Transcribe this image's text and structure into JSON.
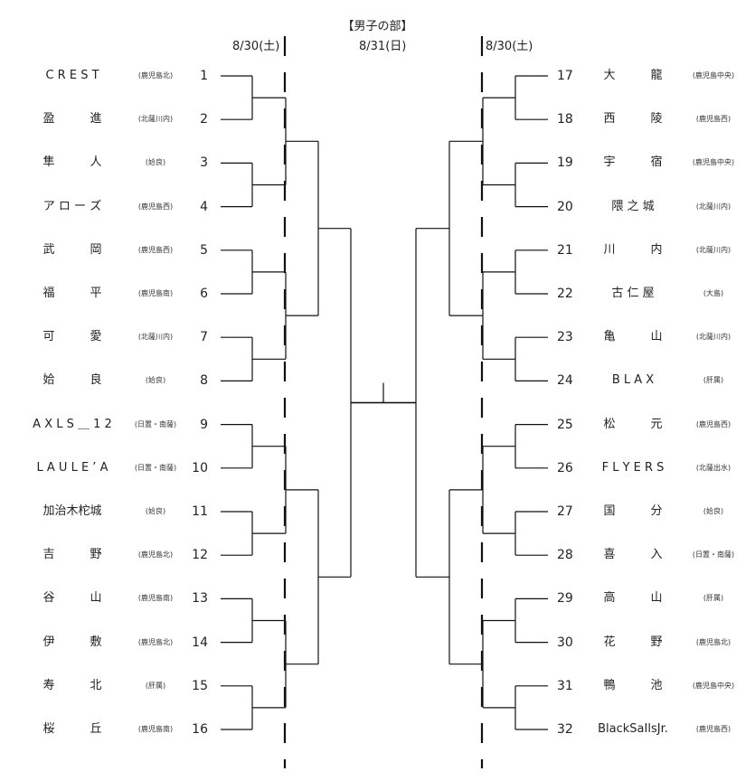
{
  "title": "【男子の部】",
  "dates": {
    "left": "8/30(土)",
    "center": "8/31(日)",
    "right": "8/30(土)"
  },
  "left_teams": [
    {
      "seed": "1",
      "name": "C R E S T",
      "region": "(鹿児島北)"
    },
    {
      "seed": "2",
      "name": "盈　　　進",
      "region": "(北薩川内)"
    },
    {
      "seed": "3",
      "name": "隼　　　人",
      "region": "(姶良)"
    },
    {
      "seed": "4",
      "name": "ア ロ ー ズ",
      "region": "(鹿児島西)"
    },
    {
      "seed": "5",
      "name": "武　　　岡",
      "region": "(鹿児島西)"
    },
    {
      "seed": "6",
      "name": "福　　　平",
      "region": "(鹿児島南)"
    },
    {
      "seed": "7",
      "name": "可　　　愛",
      "region": "(北薩川内)"
    },
    {
      "seed": "8",
      "name": "姶　　　良",
      "region": "(姶良)"
    },
    {
      "seed": "9",
      "name": "A X L S ＿ 1 2",
      "region": "(日置・南薩)"
    },
    {
      "seed": "10",
      "name": "L A U L E ’ A",
      "region": "(日置・南薩)"
    },
    {
      "seed": "11",
      "name": "加治木柁城",
      "region": "(姶良)"
    },
    {
      "seed": "12",
      "name": "吉　　　野",
      "region": "(鹿児島北)"
    },
    {
      "seed": "13",
      "name": "谷　　　山",
      "region": "(鹿児島南)"
    },
    {
      "seed": "14",
      "name": "伊　　　敷",
      "region": "(鹿児島北)"
    },
    {
      "seed": "15",
      "name": "寿　　　北",
      "region": "(肝属)"
    },
    {
      "seed": "16",
      "name": "桜　　　丘",
      "region": "(鹿児島南)"
    }
  ],
  "right_teams": [
    {
      "seed": "17",
      "name": "大　　　龍",
      "region": "(鹿児島中央)"
    },
    {
      "seed": "18",
      "name": "西　　　陵",
      "region": "(鹿児島西)"
    },
    {
      "seed": "19",
      "name": "宇　　　宿",
      "region": "(鹿児島中央)"
    },
    {
      "seed": "20",
      "name": "隈 之 城",
      "region": "(北薩川内)"
    },
    {
      "seed": "21",
      "name": "川　　　内",
      "region": "(北薩川内)"
    },
    {
      "seed": "22",
      "name": "古 仁 屋",
      "region": "(大島)"
    },
    {
      "seed": "23",
      "name": "亀　　　山",
      "region": "(北薩川内)"
    },
    {
      "seed": "24",
      "name": "B L A X",
      "region": "(肝属)"
    },
    {
      "seed": "25",
      "name": "松　　　元",
      "region": "(鹿児島西)"
    },
    {
      "seed": "26",
      "name": "F L Y E R S",
      "region": "(北薩出水)"
    },
    {
      "seed": "27",
      "name": "国　　　分",
      "region": "(姶良)"
    },
    {
      "seed": "28",
      "name": "喜　　　入",
      "region": "(日置・南薩)"
    },
    {
      "seed": "29",
      "name": "高　　　山",
      "region": "(肝属)"
    },
    {
      "seed": "30",
      "name": "花　　　野",
      "region": "(鹿児島北)"
    },
    {
      "seed": "31",
      "name": "鴨　　　池",
      "region": "(鹿児島中央)"
    },
    {
      "seed": "32",
      "name": "BlackSaIlsJr.",
      "region": "(鹿児島西)"
    }
  ]
}
